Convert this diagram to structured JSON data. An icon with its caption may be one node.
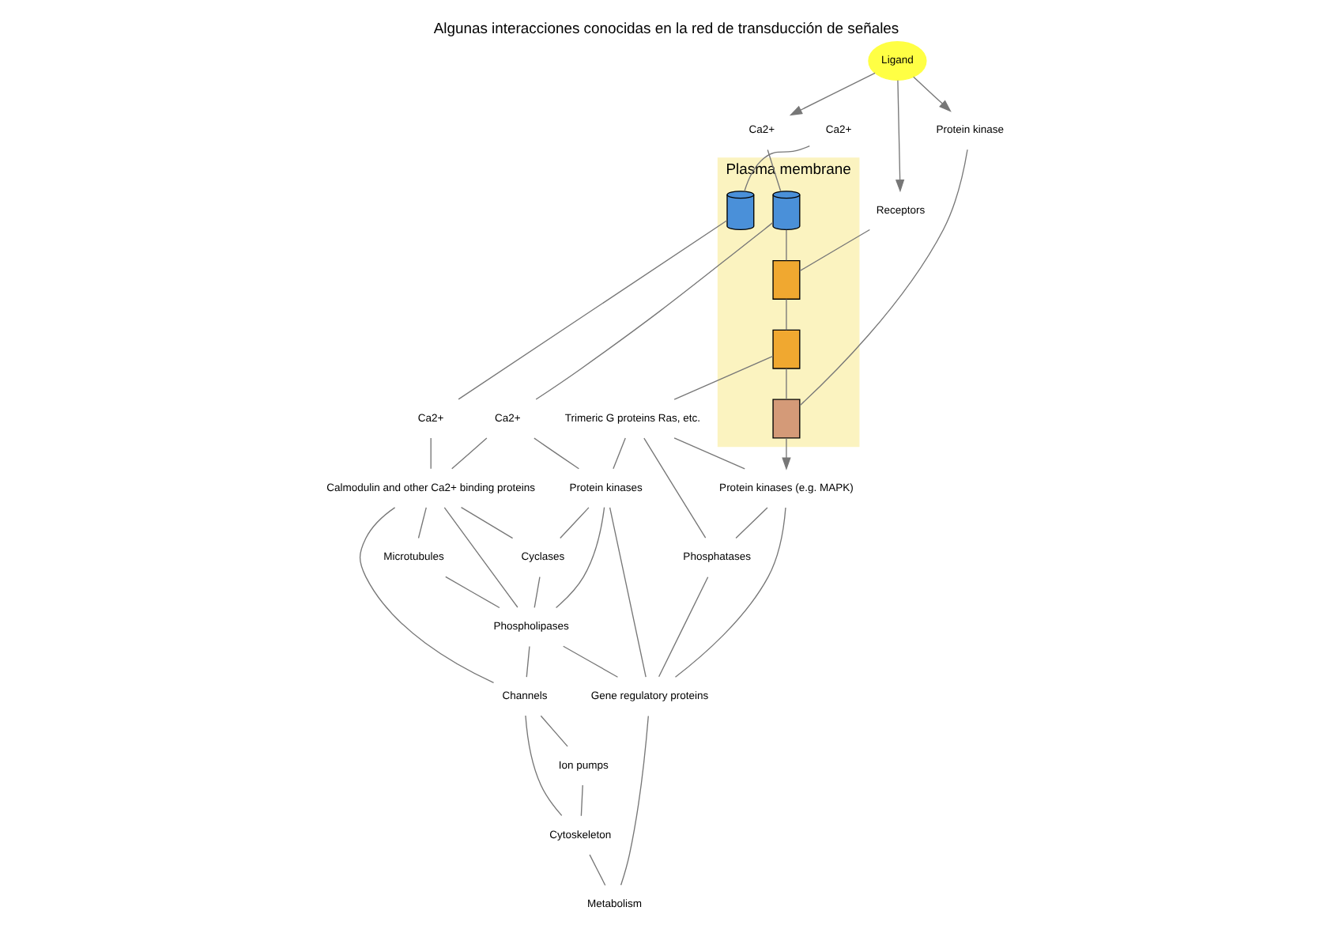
{
  "diagram": {
    "title": "Algunas interacciones conocidas en la red de transducción de señales",
    "nodes": [
      {
        "text": [
          "Ligand"
        ]
      },
      {
        "text": [
          "Ca2+"
        ]
      },
      {
        "text": [
          "Ca2+"
        ]
      },
      {
        "text": [
          "Receptors"
        ]
      },
      {
        "text": [
          "Protein kinase"
        ]
      },
      {
        "text": [
          "Plasma membrane"
        ]
      },
      {
        "text": [],
        "shape": "cylinder",
        "in": 5
      },
      {
        "text": [],
        "shape": "cylinder",
        "in": 5
      },
      {
        "text": [],
        "shape": "box",
        "in": 5
      },
      {
        "text": [],
        "shape": "box",
        "in": 5
      },
      {
        "text": [],
        "shape": "box",
        "in": 5
      },
      {
        "text": [
          "Ca2+"
        ]
      },
      {
        "text": [
          "Ca2+"
        ]
      },
      {
        "text": [
          "Trimeric G proteins Ras, etc."
        ]
      },
      {
        "text": [
          "Protein kinases (e.g. MAPK)"
        ]
      },
      {
        "text": [
          "Calmodulin and other Ca2+ binding proteins"
        ]
      },
      {
        "text": [
          "Protein kinases"
        ]
      },
      {
        "text": [
          "Cyclases"
        ]
      },
      {
        "text": [
          "Phosphatases"
        ]
      },
      {
        "text": [
          "Microtubules"
        ]
      },
      {
        "text": [
          "Phospholipases"
        ]
      },
      {
        "text": [
          "Gene regulatory proteins"
        ]
      },
      {
        "text": [
          "Channels"
        ]
      },
      {
        "text": [
          "Ion pumps"
        ]
      },
      {
        "text": [
          "Cytoskeleton"
        ]
      },
      {
        "text": [
          "Metabolism"
        ]
      }
    ],
    "edges": [
      {
        "from": 0,
        "to": 2,
        "arrow": "to"
      },
      {
        "from": 0,
        "to": 3,
        "arrow": "to"
      },
      {
        "from": 0,
        "to": 4,
        "arrow": "to"
      },
      {
        "from": 1,
        "to": 6,
        "arrow": "none"
      },
      {
        "from": 2,
        "to": 7,
        "arrow": "none"
      },
      {
        "from": 3,
        "to": 8,
        "arrow": "none"
      },
      {
        "from": 4,
        "to": 10,
        "arrow": "none"
      },
      {
        "from": 8,
        "to": 9,
        "arrow": "none"
      },
      {
        "from": 7,
        "to": 8,
        "arrow": "none"
      },
      {
        "from": 9,
        "to": 10,
        "arrow": "none"
      },
      {
        "from": 6,
        "to": 11,
        "arrow": "none"
      },
      {
        "from": 7,
        "to": 12,
        "arrow": "none"
      },
      {
        "from": 9,
        "to": 13,
        "arrow": "none"
      },
      {
        "from": 10,
        "to": 14,
        "arrow": "to"
      },
      {
        "from": 11,
        "to": 15,
        "arrow": "none"
      },
      {
        "from": 12,
        "to": 15,
        "arrow": "none"
      },
      {
        "from": 12,
        "to": 16,
        "arrow": "none"
      },
      {
        "from": 13,
        "to": 16,
        "arrow": "none"
      },
      {
        "from": 13,
        "to": 14,
        "arrow": "none"
      },
      {
        "from": 13,
        "to": 18,
        "arrow": "none"
      },
      {
        "from": 14,
        "to": 18,
        "arrow": "none"
      },
      {
        "from": 14,
        "to": 21,
        "arrow": "none"
      },
      {
        "from": 15,
        "to": 17,
        "arrow": "none"
      },
      {
        "from": 15,
        "to": 19,
        "arrow": "none"
      },
      {
        "from": 15,
        "to": 20,
        "arrow": "none"
      },
      {
        "from": 15,
        "to": 22,
        "arrow": "none"
      },
      {
        "from": 16,
        "to": 17,
        "arrow": "none"
      },
      {
        "from": 16,
        "to": 20,
        "arrow": "none"
      },
      {
        "from": 16,
        "to": 21,
        "arrow": "none"
      },
      {
        "from": 17,
        "to": 20,
        "arrow": "none"
      },
      {
        "from": 18,
        "to": 21,
        "arrow": "none"
      },
      {
        "from": 19,
        "to": 20,
        "arrow": "none"
      },
      {
        "from": 20,
        "to": 21,
        "arrow": "none"
      },
      {
        "from": 20,
        "to": 22,
        "arrow": "none"
      },
      {
        "from": 22,
        "to": 23,
        "arrow": "none"
      },
      {
        "from": 22,
        "to": 24,
        "arrow": "none"
      },
      {
        "from": 23,
        "to": 24,
        "arrow": "none"
      },
      {
        "from": 24,
        "to": 25,
        "arrow": "none"
      },
      {
        "from": 21,
        "to": 25,
        "arrow": "none"
      }
    ]
  }
}
